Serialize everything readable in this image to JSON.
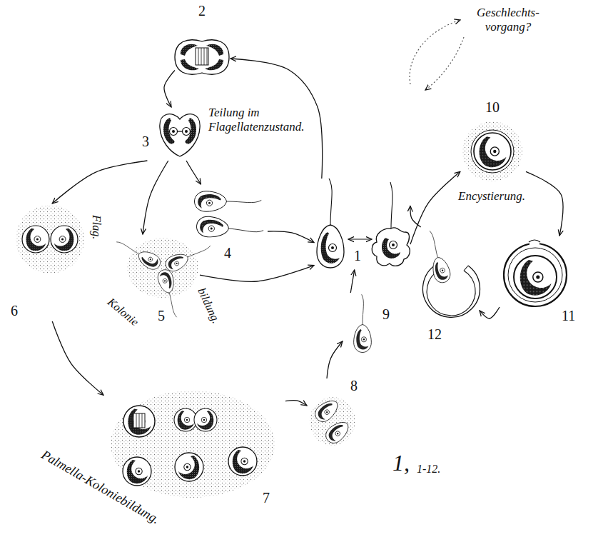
{
  "diagram": {
    "nodes": [
      {
        "text": [
          "1"
        ]
      },
      {
        "text": [
          "2"
        ]
      },
      {
        "text": [
          "3"
        ]
      },
      {
        "text": [
          "4"
        ]
      },
      {
        "text": [
          "5"
        ]
      },
      {
        "text": [
          "6"
        ]
      },
      {
        "text": [
          "7"
        ]
      },
      {
        "text": [
          "8"
        ]
      },
      {
        "text": [
          "9"
        ]
      },
      {
        "text": [
          "10"
        ]
      },
      {
        "text": [
          "11"
        ]
      },
      {
        "text": [
          "12"
        ]
      }
    ],
    "edges": [
      {
        "from": 0,
        "to": 1,
        "arrow": "to"
      },
      {
        "from": 1,
        "to": 2,
        "arrow": "to"
      },
      {
        "from": 2,
        "to": 3,
        "arrow": "to"
      },
      {
        "from": 2,
        "to": 4,
        "arrow": "to"
      },
      {
        "from": 2,
        "to": 5,
        "arrow": "to"
      },
      {
        "from": 3,
        "to": 0,
        "arrow": "to"
      },
      {
        "from": 4,
        "to": 0,
        "arrow": "to"
      },
      {
        "from": 5,
        "to": 6,
        "arrow": "to"
      },
      {
        "from": 6,
        "to": 7,
        "arrow": "to"
      },
      {
        "from": 7,
        "to": 8,
        "arrow": "to"
      },
      {
        "from": 8,
        "to": 0,
        "arrow": "to"
      },
      {
        "from": 0,
        "to": 9,
        "arrow": "to"
      },
      {
        "from": 9,
        "to": 10,
        "arrow": "to"
      },
      {
        "from": 10,
        "to": 11,
        "arrow": "to"
      },
      {
        "from": 11,
        "to": 0,
        "arrow": "to"
      }
    ],
    "labels": [
      "Teilung im Flagellatenzustand.",
      "Geschlechts- vorgang?",
      "Encystierung.",
      "Flag.",
      "Kolonie",
      "bildung.",
      "Palmella-Koloniebildung.",
      "1,",
      "1-12."
    ]
  }
}
